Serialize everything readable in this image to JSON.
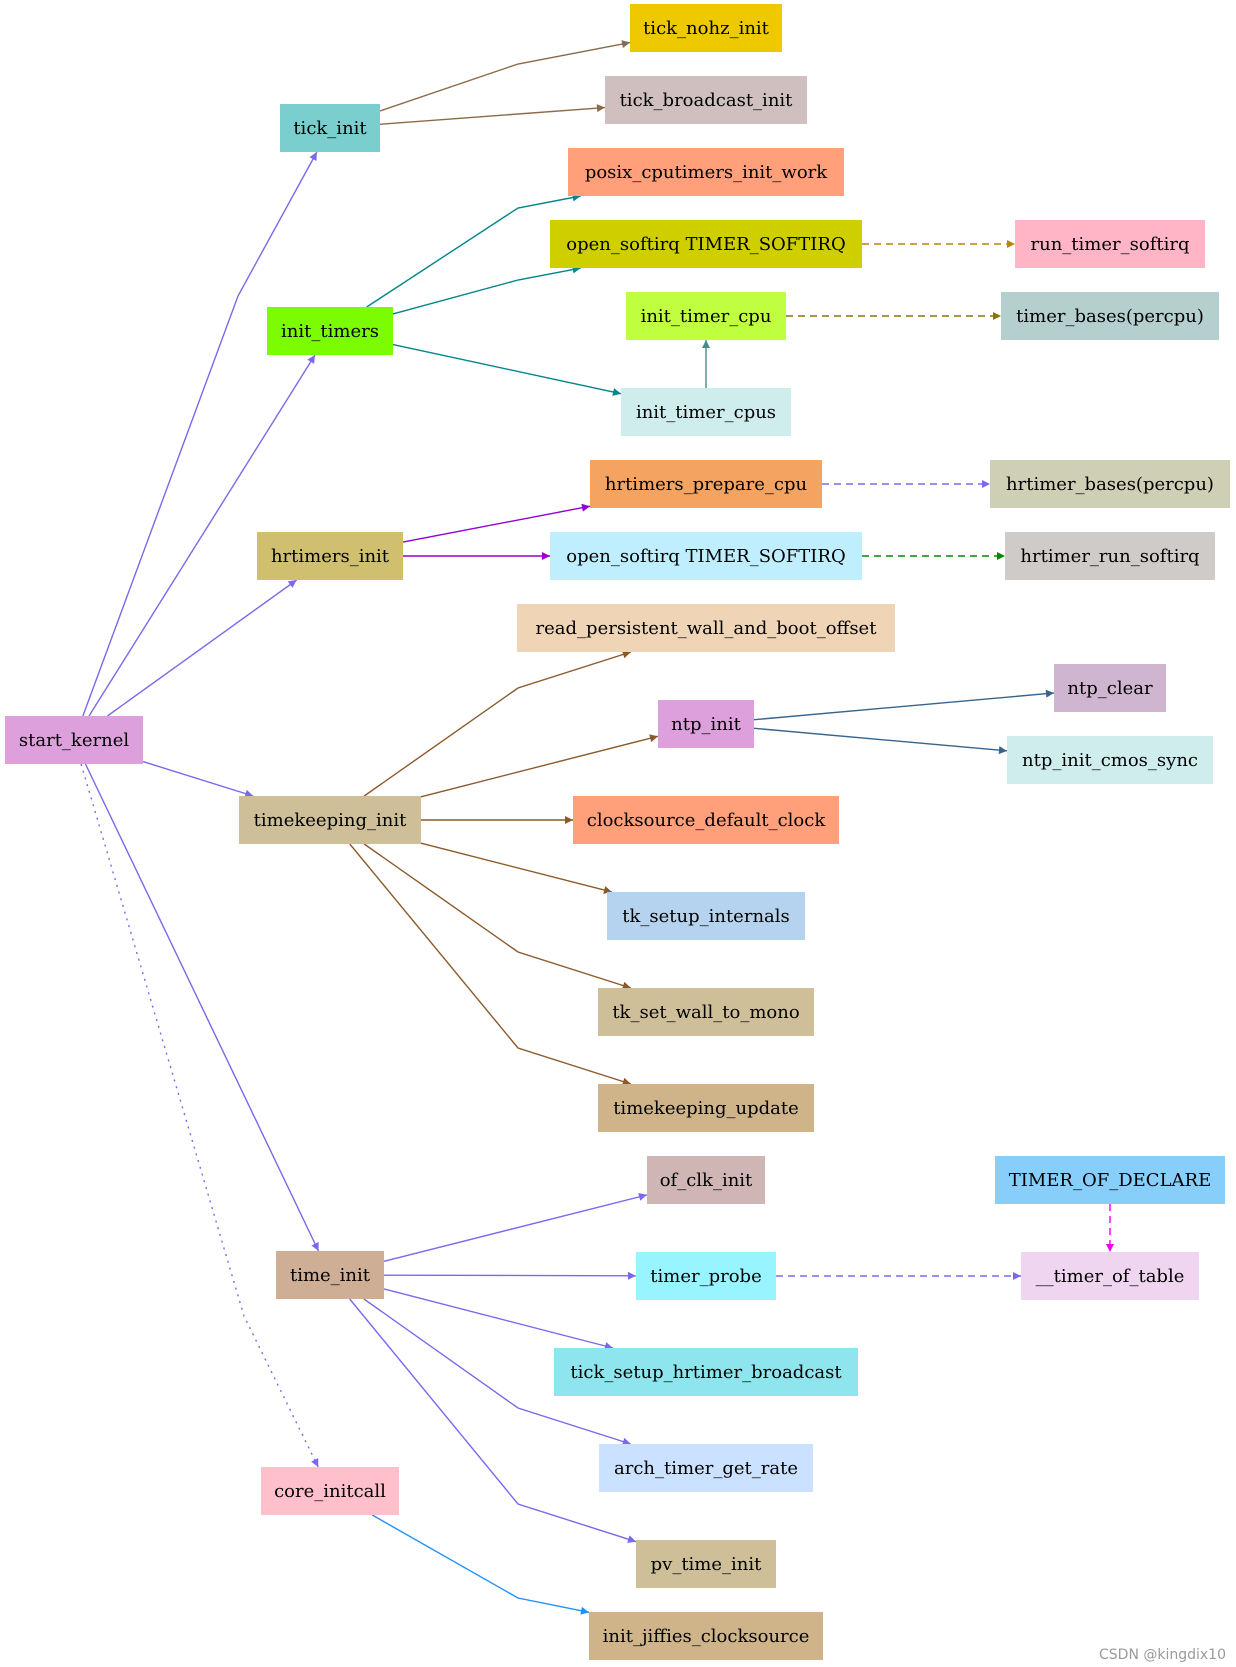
{
  "nodes": [
    {
      "id": "start_kernel",
      "label": "start_kernel",
      "color": "#dda0dd"
    },
    {
      "id": "tick_init",
      "label": "tick_init",
      "color": "#7acfce"
    },
    {
      "id": "init_timers",
      "label": "init_timers",
      "color": "#7cfc00"
    },
    {
      "id": "hrtimers_init",
      "label": "hrtimers_init",
      "color": "#cfbf6f"
    },
    {
      "id": "timekeeping_init",
      "label": "timekeeping_init",
      "color": "#cfbf98"
    },
    {
      "id": "time_init",
      "label": "time_init",
      "color": "#cfae96"
    },
    {
      "id": "core_initcall",
      "label": "core_initcall",
      "color": "#ffbfcb"
    },
    {
      "id": "tick_nohz_init",
      "label": "tick_nohz_init",
      "color": "#efc900"
    },
    {
      "id": "tick_broadcast_init",
      "label": "tick_broadcast_init",
      "color": "#cfbfbf"
    },
    {
      "id": "posix_cputimers_init_work",
      "label": "posix_cputimers_init_work",
      "color": "#ffa07a"
    },
    {
      "id": "open_softirq_1",
      "label": "open_softirq TIMER_SOFTIRQ",
      "color": "#cfcf00"
    },
    {
      "id": "run_timer_softirq",
      "label": "run_timer_softirq",
      "color": "#ffb5c5"
    },
    {
      "id": "init_timer_cpu",
      "label": "init_timer_cpu",
      "color": "#bfff3f"
    },
    {
      "id": "timer_bases",
      "label": "timer_bases(percpu)",
      "color": "#b5cfcf"
    },
    {
      "id": "init_timer_cpus",
      "label": "init_timer_cpus",
      "color": "#cfeded"
    },
    {
      "id": "hrtimers_prepare_cpu",
      "label": "hrtimers_prepare_cpu",
      "color": "#f4a460"
    },
    {
      "id": "hrtimer_bases",
      "label": "hrtimer_bases(percpu)",
      "color": "#cfcfb5"
    },
    {
      "id": "open_softirq_2",
      "label": "open_softirq TIMER_SOFTIRQ",
      "color": "#bfefff"
    },
    {
      "id": "hrtimer_run_softirq",
      "label": "hrtimer_run_softirq",
      "color": "#cfcbc9"
    },
    {
      "id": "read_persistent",
      "label": "read_persistent_wall_and_boot_offset",
      "color": "#efd5b5"
    },
    {
      "id": "ntp_init",
      "label": "ntp_init",
      "color": "#dda0dd"
    },
    {
      "id": "ntp_clear",
      "label": "ntp_clear",
      "color": "#cfb5cf"
    },
    {
      "id": "ntp_init_cmos_sync",
      "label": "ntp_init_cmos_sync",
      "color": "#cfeded"
    },
    {
      "id": "clocksource_default_clock",
      "label": "clocksource_default_clock",
      "color": "#ffa07a"
    },
    {
      "id": "tk_setup_internals",
      "label": "tk_setup_internals",
      "color": "#b5d3ef"
    },
    {
      "id": "tk_set_wall_to_mono",
      "label": "tk_set_wall_to_mono",
      "color": "#cfbf98"
    },
    {
      "id": "timekeeping_update",
      "label": "timekeeping_update",
      "color": "#cfb48a"
    },
    {
      "id": "of_clk_init",
      "label": "of_clk_init",
      "color": "#cfb6b5"
    },
    {
      "id": "timer_probe",
      "label": "timer_probe",
      "color": "#98f5ff"
    },
    {
      "id": "timer_declare",
      "label": "TIMER_OF_DECLARE",
      "color": "#87cefa"
    },
    {
      "id": "timer_of_table",
      "label": "__timer_of_table",
      "color": "#efd5ef"
    },
    {
      "id": "tick_setup_hrtimer_broadcast",
      "label": "tick_setup_hrtimer_broadcast",
      "color": "#8ee5ee"
    },
    {
      "id": "arch_timer_get_rate",
      "label": "arch_timer_get_rate",
      "color": "#cae1ff"
    },
    {
      "id": "pv_time_init",
      "label": "pv_time_init",
      "color": "#cfbf98"
    },
    {
      "id": "init_jiffies_clocksource",
      "label": "init_jiffies_clocksource",
      "color": "#cfb48a"
    }
  ],
  "edges": [
    {
      "from": "start_kernel",
      "to": "tick_init",
      "color": "#7b68ee",
      "style": "solid"
    },
    {
      "from": "start_kernel",
      "to": "init_timers",
      "color": "#7b68ee",
      "style": "solid"
    },
    {
      "from": "start_kernel",
      "to": "hrtimers_init",
      "color": "#7b68ee",
      "style": "solid"
    },
    {
      "from": "start_kernel",
      "to": "timekeeping_init",
      "color": "#7b68ee",
      "style": "solid"
    },
    {
      "from": "start_kernel",
      "to": "time_init",
      "color": "#7b68ee",
      "style": "solid"
    },
    {
      "from": "start_kernel",
      "to": "core_initcall",
      "color": "#7b68ee",
      "style": "dotted"
    },
    {
      "from": "tick_init",
      "to": "tick_nohz_init",
      "color": "#8b6a4a",
      "style": "solid"
    },
    {
      "from": "tick_init",
      "to": "tick_broadcast_init",
      "color": "#8b6a4a",
      "style": "solid"
    },
    {
      "from": "init_timers",
      "to": "posix_cputimers_init_work",
      "color": "#00868b",
      "style": "solid"
    },
    {
      "from": "init_timers",
      "to": "open_softirq_1",
      "color": "#00868b",
      "style": "solid"
    },
    {
      "from": "init_timers",
      "to": "init_timer_cpus",
      "color": "#00868b",
      "style": "solid"
    },
    {
      "from": "init_timer_cpus",
      "to": "init_timer_cpu",
      "color": "#4a8b8b",
      "style": "solid"
    },
    {
      "from": "open_softirq_1",
      "to": "run_timer_softirq",
      "color": "#b8860b",
      "style": "dashed"
    },
    {
      "from": "init_timer_cpu",
      "to": "timer_bases",
      "color": "#8b7500",
      "style": "dashed"
    },
    {
      "from": "hrtimers_init",
      "to": "hrtimers_prepare_cpu",
      "color": "#9400d3",
      "style": "solid"
    },
    {
      "from": "hrtimers_init",
      "to": "open_softirq_2",
      "color": "#9400d3",
      "style": "solid"
    },
    {
      "from": "hrtimers_prepare_cpu",
      "to": "hrtimer_bases",
      "color": "#7b68ee",
      "style": "dashed"
    },
    {
      "from": "open_softirq_2",
      "to": "hrtimer_run_softirq",
      "color": "#008b00",
      "style": "dashed"
    },
    {
      "from": "timekeeping_init",
      "to": "read_persistent",
      "color": "#8b5a2b",
      "style": "solid"
    },
    {
      "from": "timekeeping_init",
      "to": "ntp_init",
      "color": "#8b5a2b",
      "style": "solid"
    },
    {
      "from": "timekeeping_init",
      "to": "clocksource_default_clock",
      "color": "#8b5a2b",
      "style": "solid"
    },
    {
      "from": "timekeeping_init",
      "to": "tk_setup_internals",
      "color": "#8b5a2b",
      "style": "solid"
    },
    {
      "from": "timekeeping_init",
      "to": "tk_set_wall_to_mono",
      "color": "#8b5a2b",
      "style": "solid"
    },
    {
      "from": "timekeeping_init",
      "to": "timekeeping_update",
      "color": "#8b5a2b",
      "style": "solid"
    },
    {
      "from": "ntp_init",
      "to": "ntp_clear",
      "color": "#36648b",
      "style": "solid"
    },
    {
      "from": "ntp_init",
      "to": "ntp_init_cmos_sync",
      "color": "#36648b",
      "style": "solid"
    },
    {
      "from": "time_init",
      "to": "of_clk_init",
      "color": "#7b68ee",
      "style": "solid"
    },
    {
      "from": "time_init",
      "to": "timer_probe",
      "color": "#7b68ee",
      "style": "solid"
    },
    {
      "from": "time_init",
      "to": "tick_setup_hrtimer_broadcast",
      "color": "#7b68ee",
      "style": "solid"
    },
    {
      "from": "time_init",
      "to": "arch_timer_get_rate",
      "color": "#7b68ee",
      "style": "solid"
    },
    {
      "from": "time_init",
      "to": "pv_time_init",
      "color": "#7b68ee",
      "style": "solid"
    },
    {
      "from": "timer_probe",
      "to": "timer_of_table",
      "color": "#7b68ee",
      "style": "dashed"
    },
    {
      "from": "timer_declare",
      "to": "timer_of_table",
      "color": "#ee00ee",
      "style": "dashed"
    },
    {
      "from": "core_initcall",
      "to": "init_jiffies_clocksource",
      "color": "#1e90ff",
      "style": "solid"
    }
  ],
  "watermark": "CSDN @kingdix10"
}
